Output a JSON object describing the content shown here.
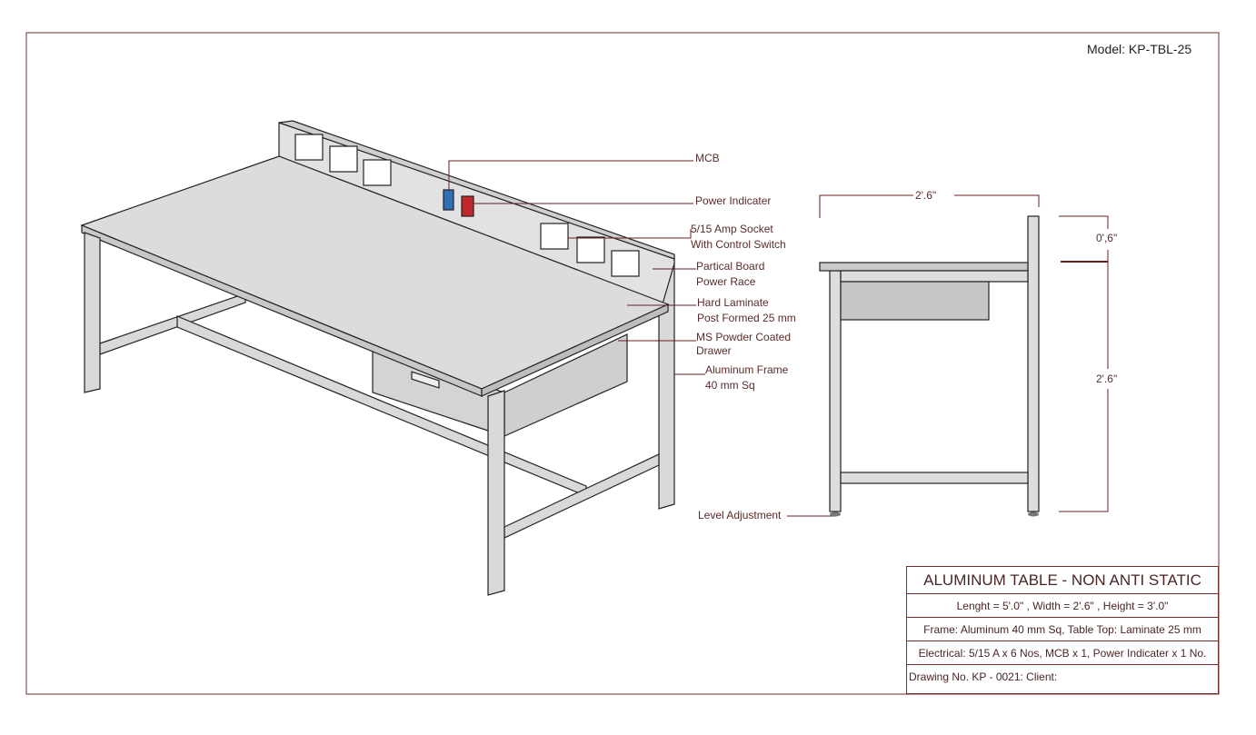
{
  "model": "Model: KP-TBL-25",
  "callouts": {
    "mcb": "MCB",
    "power_indicator": "Power Indicater",
    "socket_1": "5/15 Amp Socket",
    "socket_2": "With Control Switch",
    "board_1": "Partical Board",
    "board_2": "Power Race",
    "laminate_1": "Hard Laminate",
    "laminate_2": "Post Formed 25 mm",
    "drawer_1": "MS Powder Coated",
    "drawer_2": "Drawer",
    "frame_1": "Aluminum Frame",
    "frame_2": "40 mm Sq",
    "level": "Level Adjustment"
  },
  "dimensions": {
    "width": "2'.6\"",
    "backboard": "0',6\"",
    "height": "2'.6\""
  },
  "title_block": {
    "title": "ALUMINUM TABLE - NON ANTI STATIC",
    "size": "Lenght = 5'.0\" , Width = 2'.6\" ,  Height = 3'.0\"",
    "material": "Frame: Aluminum 40 mm Sq, Table Top: Laminate 25 mm",
    "electrical": "Electrical: 5/15 A x 6 Nos, MCB x 1, Power Indicater x 1 No.",
    "drawing": "Drawing No. KP - 0021: Client:"
  },
  "colors": {
    "border": "#7a2a2a",
    "mcb": "#2f6fb3",
    "indicator": "#c0282a",
    "surface": "#d9d9d9"
  }
}
